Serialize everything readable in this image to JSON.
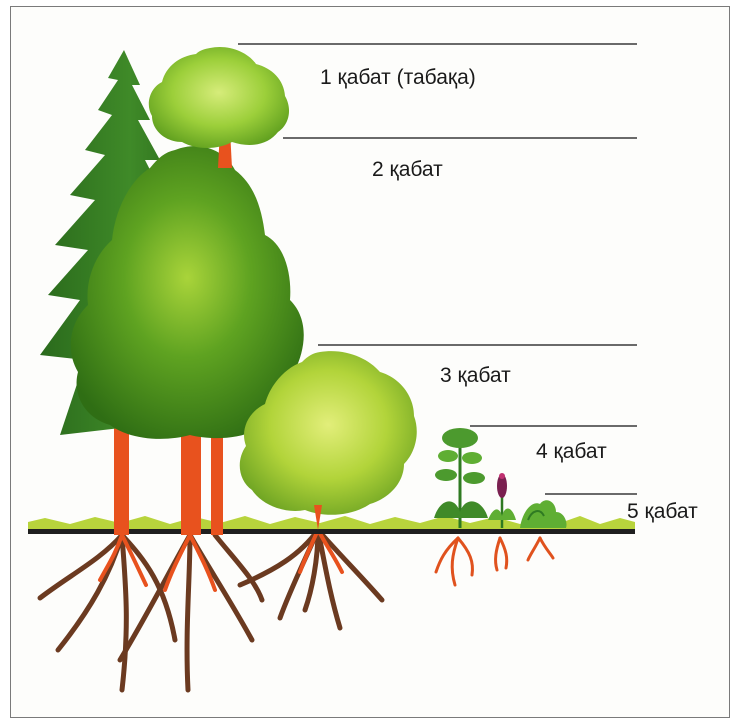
{
  "layers": [
    {
      "label": "1 қабат (табақа)"
    },
    {
      "label": "2 қабат"
    },
    {
      "label": "3 қабат"
    },
    {
      "label": "4 қабат"
    },
    {
      "label": "5 қабат"
    }
  ],
  "colors": {
    "spruce": "#2f7a22",
    "spruce_light": "#4c9a2e",
    "crown_top": "#8fc832",
    "crown_big": "#4d9a1e",
    "shrub": "#9fcc2e",
    "trunk": "#e8521e",
    "root": "#6b3a20",
    "grass": "#b8d43c",
    "ground": "#1f1f1f",
    "line": "#3a3a3a"
  },
  "icons": [
    "spruce-tree-icon",
    "deciduous-tree-icon",
    "shrub-icon",
    "herb-icon",
    "flower-icon",
    "moss-icon"
  ]
}
